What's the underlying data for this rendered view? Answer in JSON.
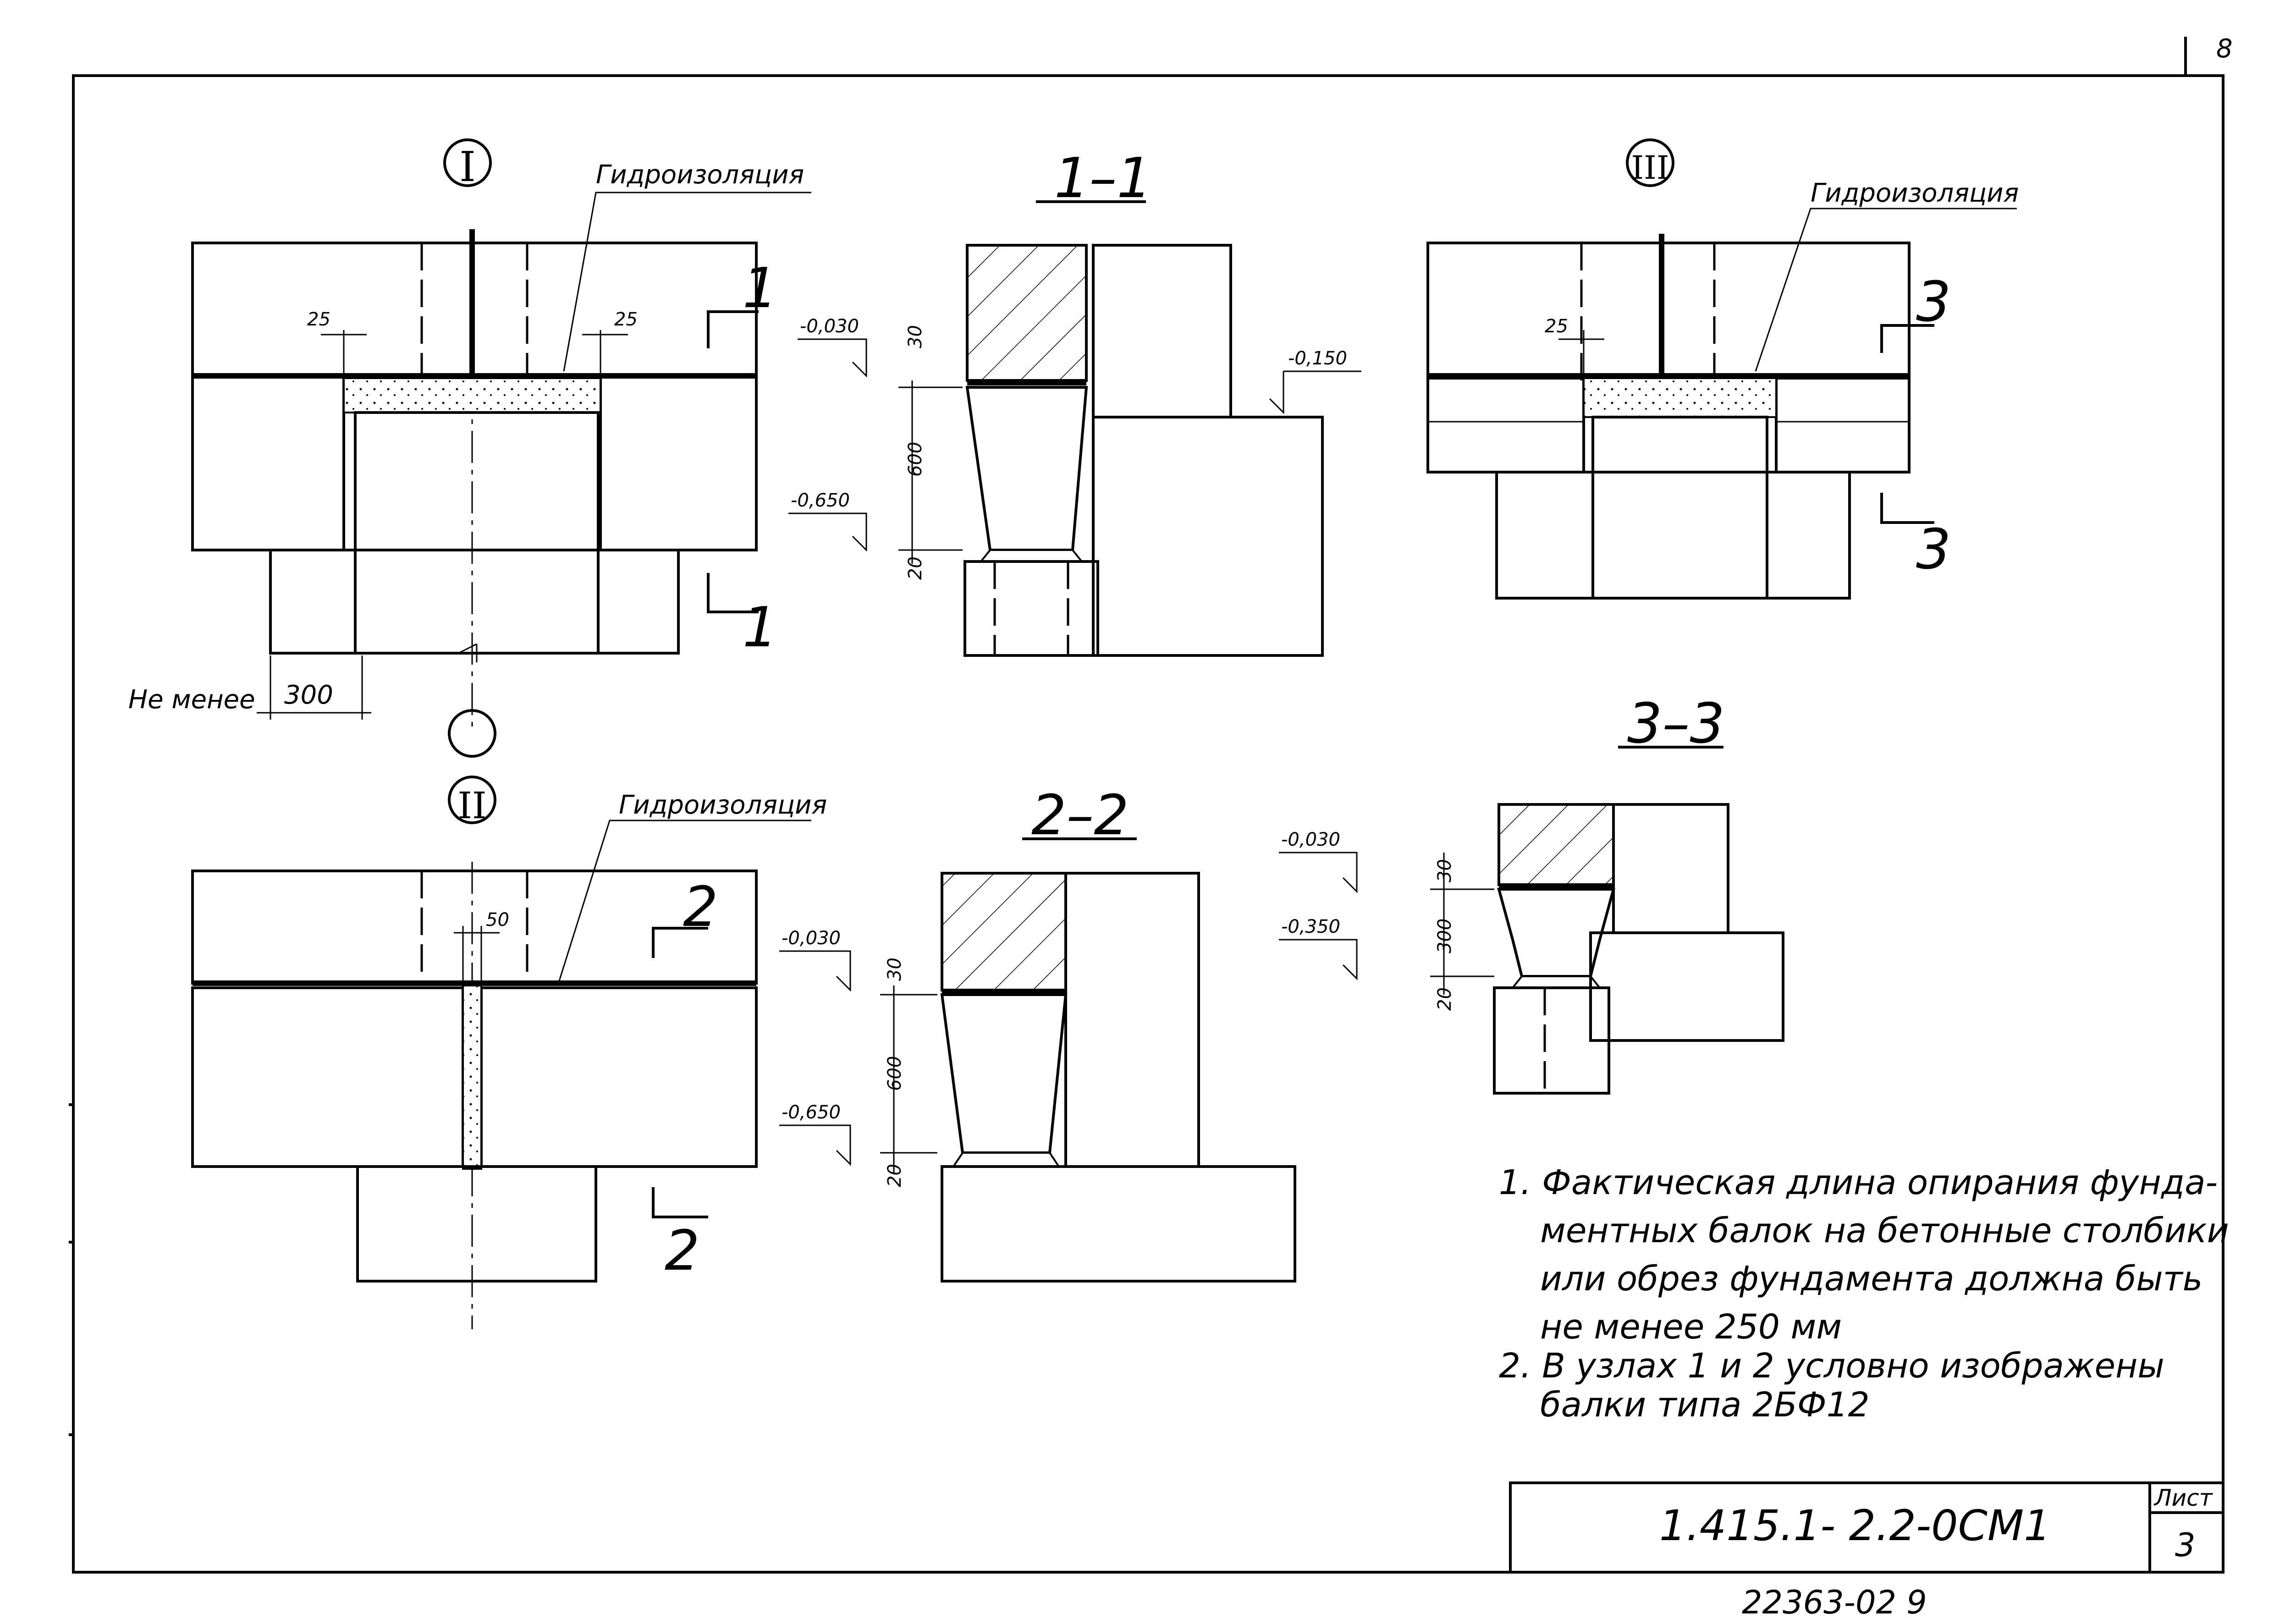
{
  "sheet_corner_mark": "8",
  "nodes": {
    "node1": {
      "label": "I",
      "leader": "Гидроизоляция",
      "dim_left": "25",
      "dim_right": "25",
      "min_label": "Не менее",
      "min_value": "300",
      "section_mark": "1"
    },
    "node2": {
      "label": "II",
      "leader": "Гидроизоляция",
      "dim_gap": "50",
      "section_mark": "2"
    },
    "node3": {
      "label": "III",
      "leader": "Гидроизоляция",
      "dim_left": "25",
      "section_mark": "3"
    }
  },
  "sections": {
    "s11": {
      "title": "1–1",
      "elev_top": "-0,030",
      "elev_mid": "-0,650",
      "elev_right": "-0,150",
      "dim_a": "30",
      "dim_b": "600",
      "dim_c": "20"
    },
    "s22": {
      "title": "2–2",
      "elev_top": "-0,030",
      "elev_mid": "-0,650",
      "dim_a": "30",
      "dim_b": "600",
      "dim_c": "20"
    },
    "s33": {
      "title": "3–3",
      "elev_top": "-0,030",
      "elev_mid": "-0,350",
      "dim_a": "30",
      "dim_b": "300",
      "dim_c": "20"
    }
  },
  "notes": [
    "1. Фактическая длина опирания фунда-",
    "ментных балок на бетонные столбики",
    "или обрез фундамента должна быть",
    "не менее 250 мм",
    "2. В узлах 1 и 2 условно изображены",
    "балки типа 2БФ12"
  ],
  "title_block": {
    "code": "1.415.1- 2.2-0СМ1",
    "sheet_label": "Лист",
    "sheet_number": "3"
  },
  "archive_number": "22363-02 9"
}
